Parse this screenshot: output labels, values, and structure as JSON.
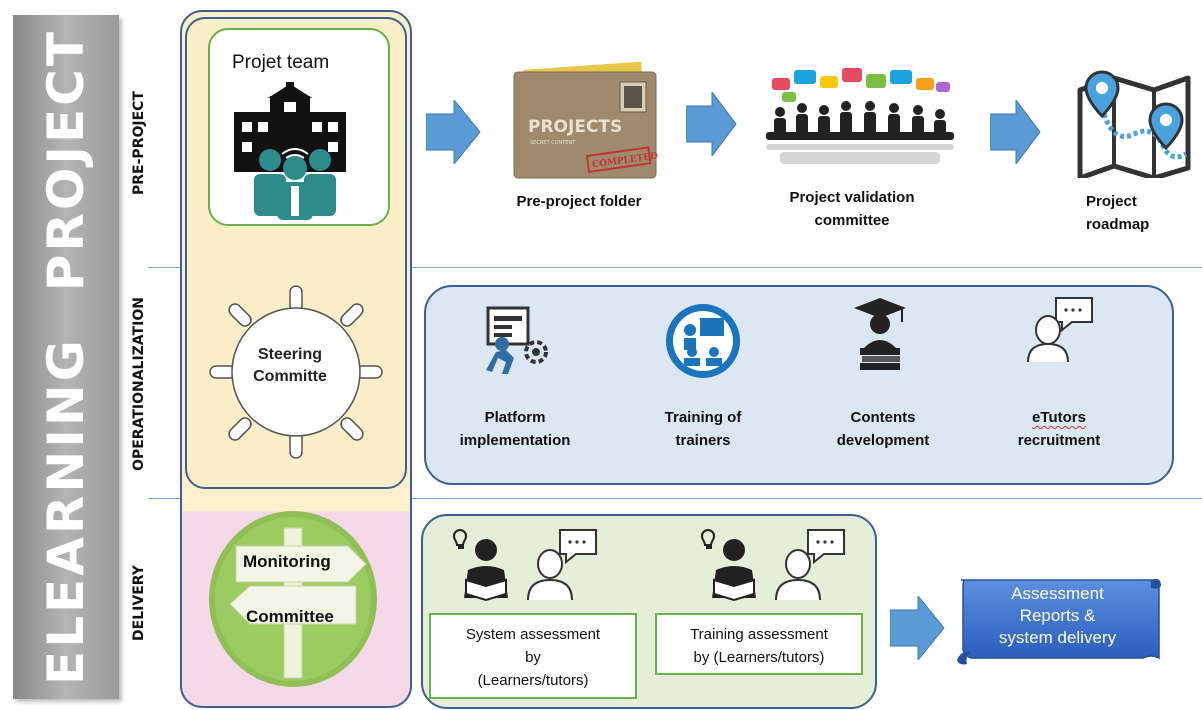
{
  "banner": {
    "word1": "ELEARNING",
    "word2": "PROJECT"
  },
  "phases": {
    "pre_project": "PRE-PROJECT",
    "operationalization": "OPERATIONALIZATION",
    "delivery": "DELIVERY"
  },
  "pre_project": {
    "team_title": "Projet team",
    "folder_caption": "Pre-project folder",
    "folder_title": "PROJECTS",
    "folder_sub": "SECRET CONTENT",
    "folder_stamp": "COMPLETED",
    "validation_caption_1": "Project validation",
    "validation_caption_2": "committee",
    "roadmap_caption": "Project roadmap"
  },
  "operationalization": {
    "steering_1": "Steering",
    "steering_2": "Committe",
    "items": [
      {
        "line1": "Platform",
        "line2": "implementation"
      },
      {
        "line1": "Training of",
        "line2": "trainers"
      },
      {
        "line1": "Contents",
        "line2": "development"
      },
      {
        "line1": "eTutors",
        "line2": "recruitment"
      }
    ]
  },
  "delivery": {
    "monitoring": "Monitoring",
    "committee": "Committee",
    "system_assessment": {
      "line1": "System assessment",
      "line2": "by",
      "line3": "(Learners/tutors)"
    },
    "training_assessment": {
      "line1": "Training assessment",
      "line2": "by (Learners/tutors)"
    },
    "report": {
      "line1": "Assessment",
      "line2": "Reports &",
      "line3": "system delivery"
    }
  },
  "colors": {
    "arrow": "#5b9bd5",
    "teal": "#2e8b8b",
    "border": "#3e5f8f",
    "green": "#6ab04c",
    "report": "#3a6fce"
  }
}
